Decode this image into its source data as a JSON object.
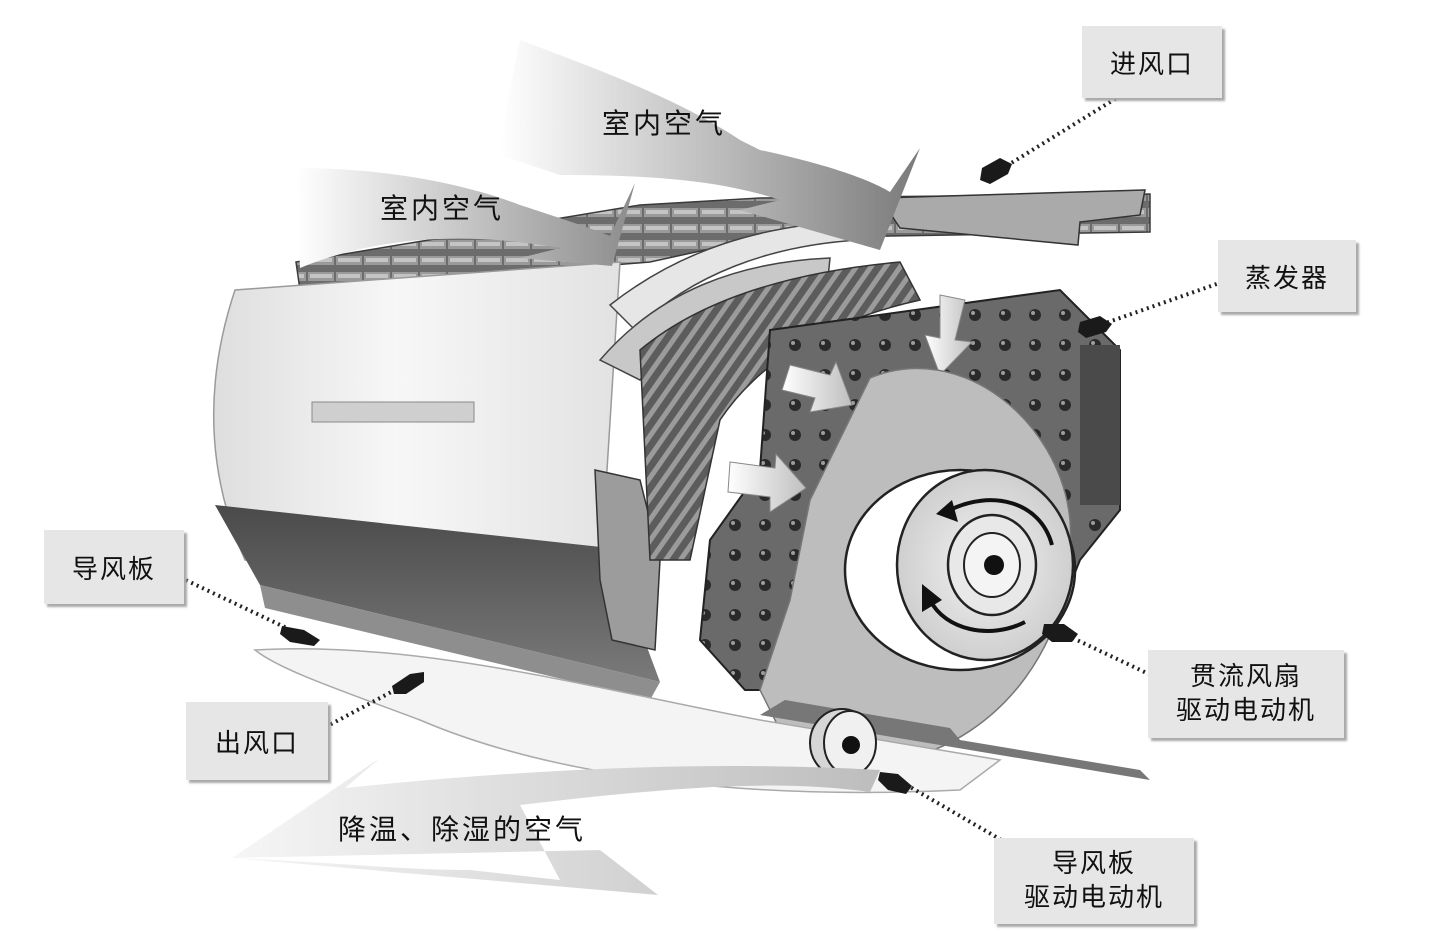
{
  "labels": {
    "air_inlet": "进风口",
    "evaporator": "蒸发器",
    "deflector": "导风板",
    "air_outlet": "出风口",
    "crossflow_motor_line1": "贯流风扇",
    "crossflow_motor_line2": "驱动电动机",
    "deflector_motor_line1": "导风板",
    "deflector_motor_line2": "驱动电动机"
  },
  "airflow": {
    "indoor_air_upper": "室内空气",
    "indoor_air_lower": "室内空气",
    "cooled_air": "降温、除湿的空气"
  },
  "colors": {
    "label_bg": "#e6e6e6",
    "housing": "#f2f2f2",
    "dark_band": "#585858",
    "fan_disc": "#bdbdbd"
  }
}
